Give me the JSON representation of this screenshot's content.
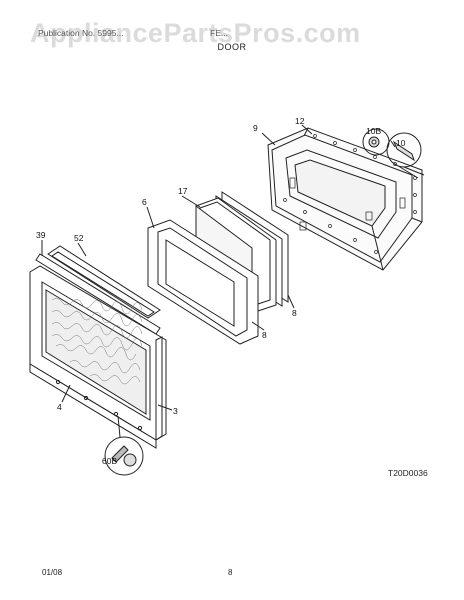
{
  "watermark": "AppliancePartsPros.com",
  "header": {
    "left_text": "Publication No. 5995...",
    "right_text": "FE...",
    "title": "DOOR"
  },
  "callouts": {
    "c9": "9",
    "c12": "12",
    "c10b": "10B",
    "c10": "10",
    "c17": "17",
    "c6": "6",
    "c39": "39",
    "c52": "52",
    "c8a": "8",
    "c8b": "8",
    "c4": "4",
    "c3": "3",
    "c60b": "60B"
  },
  "figure_code": "T20D0036",
  "footer": {
    "date": "01/08",
    "page": "8"
  }
}
